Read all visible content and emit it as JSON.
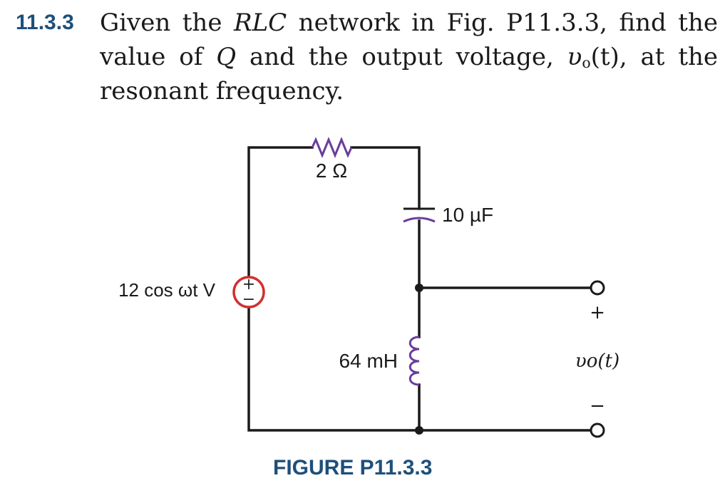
{
  "problem": {
    "number": "11.3.3",
    "text_1": "Given the ",
    "rlc": "RLC",
    "text_2": " network in Fig. P11.3.3, find the value of ",
    "q": "Q",
    "text_3": " and the output voltage, ",
    "vo_v": "υ",
    "vo_sub": "o",
    "vo_t": "(t)",
    "text_4": ", at the resonant frequency."
  },
  "figure": {
    "resistor_label": "2 Ω",
    "capacitor_label": "10 µF",
    "source_label": "12 cos ωt V",
    "source_plus": "+",
    "source_minus": "−",
    "inductor_label": "64 mH",
    "output_plus": "+",
    "output_minus": "−",
    "output_label": "υo(t)",
    "caption": "FIGURE P11.3.3",
    "colors": {
      "wire": "#1a1a1a",
      "source": "#d32f2f",
      "passive": "#6a3d9a",
      "caption": "#1e4f7a"
    }
  }
}
